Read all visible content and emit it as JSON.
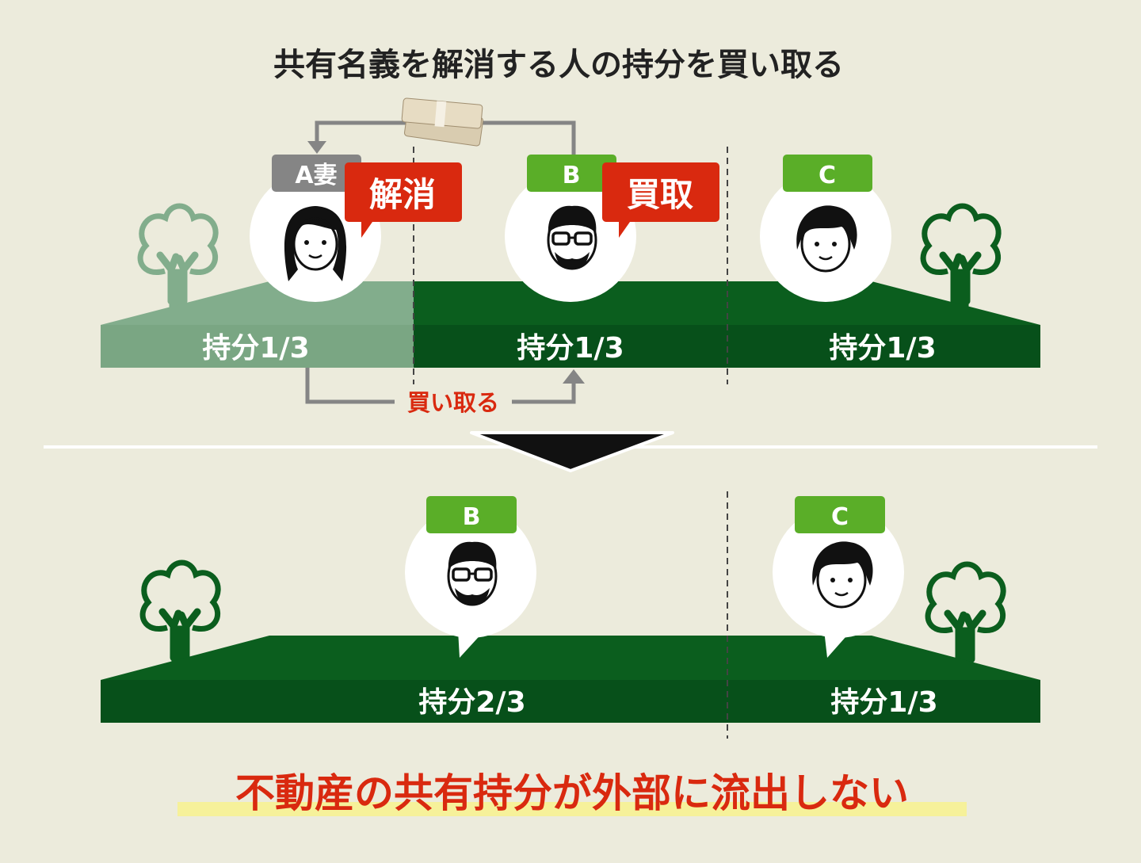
{
  "title": "共有名義を解消する人の持分を買い取る",
  "before": {
    "persons": [
      {
        "label": "A妻",
        "badge": "解消",
        "share": "持分1/3"
      },
      {
        "label": "B",
        "badge": "買取",
        "share": "持分1/3"
      },
      {
        "label": "C",
        "share": "持分1/3"
      }
    ],
    "transfer_label": "買い取る"
  },
  "after": {
    "persons": [
      {
        "label": "B",
        "share": "持分2/3"
      },
      {
        "label": "C",
        "share": "持分1/3"
      }
    ]
  },
  "conclusion": "不動産の共有持分が外部に流出しない",
  "colors": {
    "background": "#ecebdc",
    "land": "#0b5e1e",
    "land_band": "#07501a",
    "land_sold": "#82ad8c",
    "label_green": "#5aae28",
    "label_gray": "#858585",
    "accent_red": "#d9290f",
    "highlight": "#f6f19a"
  }
}
